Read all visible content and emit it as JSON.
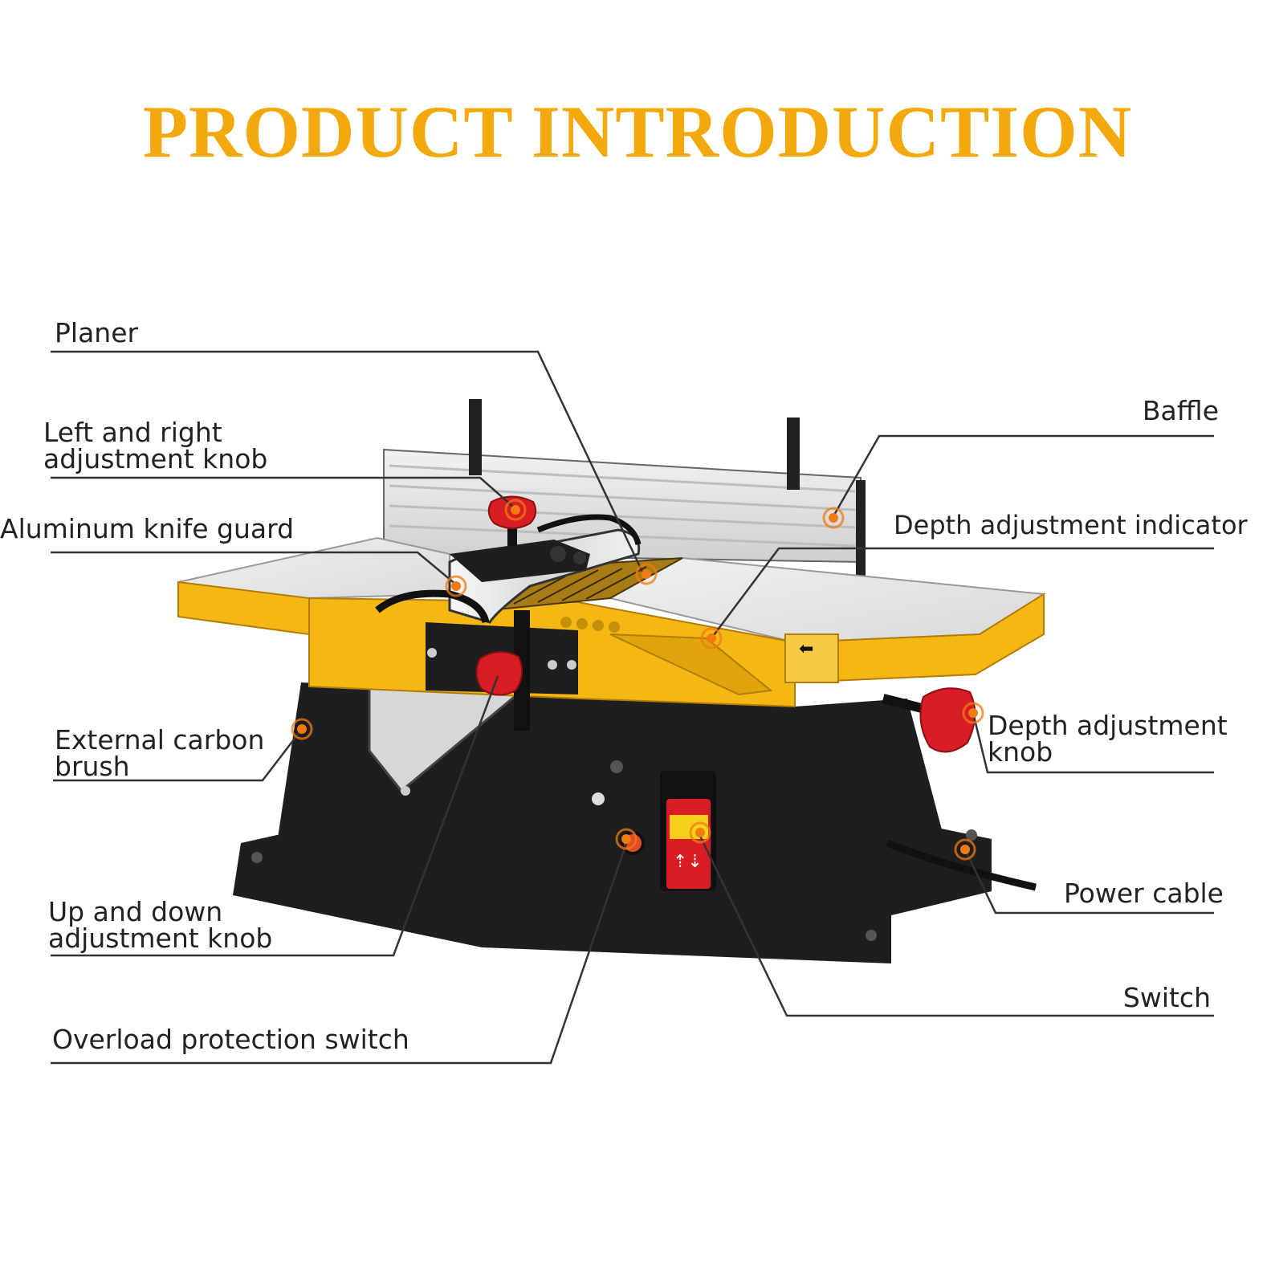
{
  "title": "PRODUCT INTRODUCTION",
  "colors": {
    "title": "#f3a90e",
    "leader_line": "#333333",
    "marker": "#f07b12",
    "machine_yellow": "#f4b714",
    "machine_black": "#1e1e1e",
    "table_silver": "#e4e4e4",
    "knob_red": "#d81e24"
  },
  "labels": {
    "planer": "Planer",
    "left_right_knob": [
      "Left and right",
      "adjustment knob"
    ],
    "knife_guard": "Aluminum knife guard",
    "carbon_brush": [
      "External carbon",
      "brush"
    ],
    "up_down_knob": [
      "Up and down",
      "adjustment knob"
    ],
    "overload_switch": "Overload protection switch",
    "baffle": "Baffle",
    "depth_indicator": "Depth adjustment indicator",
    "depth_knob": [
      "Depth adjustment",
      "knob"
    ],
    "power_cable": "Power cable",
    "switch": "Switch"
  },
  "switch_glyph": "⇡⇣",
  "feed_arrow_glyph": "⬅"
}
